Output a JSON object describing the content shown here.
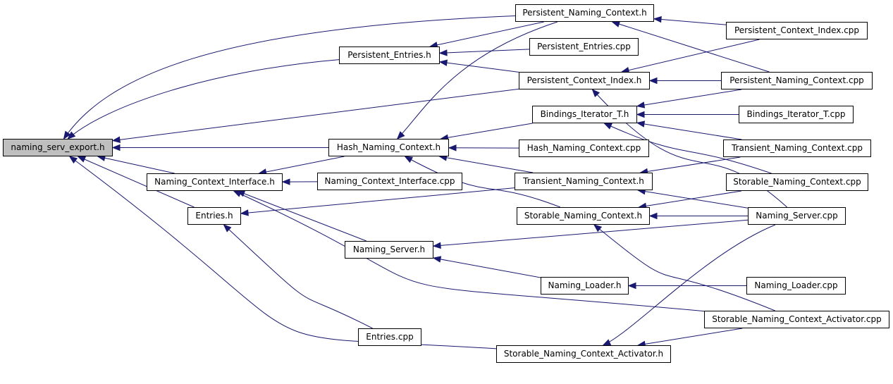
{
  "diagram": {
    "edge_color": "#191970",
    "root_fill": "#bfbfbf",
    "nodes": {
      "root": "naming_serv_export.h",
      "pnc_h": "Persistent_Naming_Context.h",
      "pci_cpp": "Persistent_Context_Index.cpp",
      "pe_h": "Persistent_Entries.h",
      "pe_cpp": "Persistent_Entries.cpp",
      "pci_h": "Persistent_Context_Index.h",
      "pnc_cpp": "Persistent_Naming_Context.cpp",
      "bit_h": "Bindings_Iterator_T.h",
      "bit_cpp": "Bindings_Iterator_T.cpp",
      "hnc_h": "Hash_Naming_Context.h",
      "hnc_cpp": "Hash_Naming_Context.cpp",
      "tnc_cpp": "Transient_Naming_Context.cpp",
      "nci_h": "Naming_Context_Interface.h",
      "nci_cpp": "Naming_Context_Interface.cpp",
      "tnc_h": "Transient_Naming_Context.h",
      "snc_cpp": "Storable_Naming_Context.cpp",
      "entries_h": "Entries.h",
      "snc_h": "Storable_Naming_Context.h",
      "ns_cpp": "Naming_Server.cpp",
      "ns_h": "Naming_Server.h",
      "nl_h": "Naming_Loader.h",
      "nl_cpp": "Naming_Loader.cpp",
      "snca_cpp": "Storable_Naming_Context_Activator.cpp",
      "entries_cpp": "Entries.cpp",
      "snca_h": "Storable_Naming_Context_Activator.h"
    },
    "edges": [
      [
        "pnc_h",
        "root"
      ],
      [
        "pe_h",
        "root"
      ],
      [
        "pci_h",
        "root"
      ],
      [
        "hnc_h",
        "root"
      ],
      [
        "nci_h",
        "root"
      ],
      [
        "entries_h",
        "root"
      ],
      [
        "snca_h",
        "root"
      ],
      [
        "pci_cpp",
        "pnc_h"
      ],
      [
        "pnc_cpp",
        "pnc_h"
      ],
      [
        "pnc_h",
        "pe_h"
      ],
      [
        "pe_cpp",
        "pe_h"
      ],
      [
        "pci_h",
        "pe_h"
      ],
      [
        "pci_cpp",
        "pci_h"
      ],
      [
        "pnc_cpp",
        "pci_h"
      ],
      [
        "ns_cpp",
        "pci_h"
      ],
      [
        "pnc_h",
        "hnc_h"
      ],
      [
        "bit_h",
        "hnc_h"
      ],
      [
        "hnc_cpp",
        "hnc_h"
      ],
      [
        "tnc_h",
        "hnc_h"
      ],
      [
        "snc_h",
        "hnc_h"
      ],
      [
        "hnc_h",
        "nci_h"
      ],
      [
        "nci_cpp",
        "nci_h"
      ],
      [
        "ns_h",
        "nci_h"
      ],
      [
        "snca_cpp",
        "nci_h"
      ],
      [
        "pnc_cpp",
        "bit_h"
      ],
      [
        "bit_cpp",
        "bit_h"
      ],
      [
        "tnc_cpp",
        "bit_h"
      ],
      [
        "snc_cpp",
        "bit_h"
      ],
      [
        "tnc_cpp",
        "tnc_h"
      ],
      [
        "ns_cpp",
        "tnc_h"
      ],
      [
        "tnc_h",
        "entries_h"
      ],
      [
        "snc_cpp",
        "snc_h"
      ],
      [
        "ns_cpp",
        "snc_h"
      ],
      [
        "snca_cpp",
        "snc_h"
      ],
      [
        "ns_cpp",
        "ns_h"
      ],
      [
        "nl_h",
        "ns_h"
      ],
      [
        "nl_cpp",
        "nl_h"
      ],
      [
        "ns_cpp",
        "snca_h"
      ],
      [
        "snca_cpp",
        "snca_h"
      ],
      [
        "entries_cpp",
        "entries_h"
      ]
    ]
  }
}
